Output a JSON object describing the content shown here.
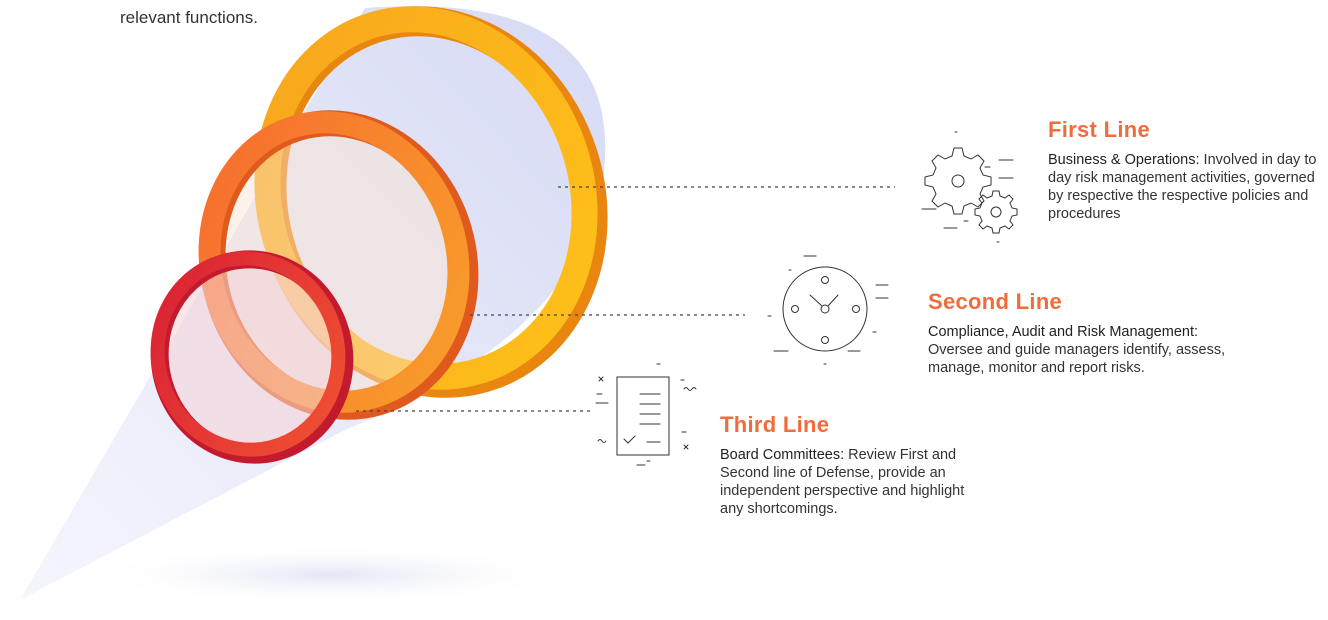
{
  "intro_text": "relevant functions.",
  "lines": [
    {
      "title": "First Line",
      "lead": "Business & Operations:",
      "text": " Involved in day to day risk management activities, governed by respective the respective policies and procedures"
    },
    {
      "title": "Second Line",
      "lead": "Compliance, Audit and Risk Management:",
      "text": " Oversee and guide managers identify, assess, manage, monitor and report risks."
    },
    {
      "title": "Third Line",
      "lead": "Board Committees:",
      "text": " Review First and Second line of Defense, provide an independent perspective and highlight any shortcomings."
    }
  ],
  "colors": {
    "ring_first": "#f5a516",
    "ring_second": "#f57a2c",
    "ring_third": "#e32d33",
    "title": "#f26b3a",
    "cone": "#dfe1f7"
  },
  "icons": [
    "gears-icon",
    "clock-icon",
    "document-checklist-icon"
  ]
}
